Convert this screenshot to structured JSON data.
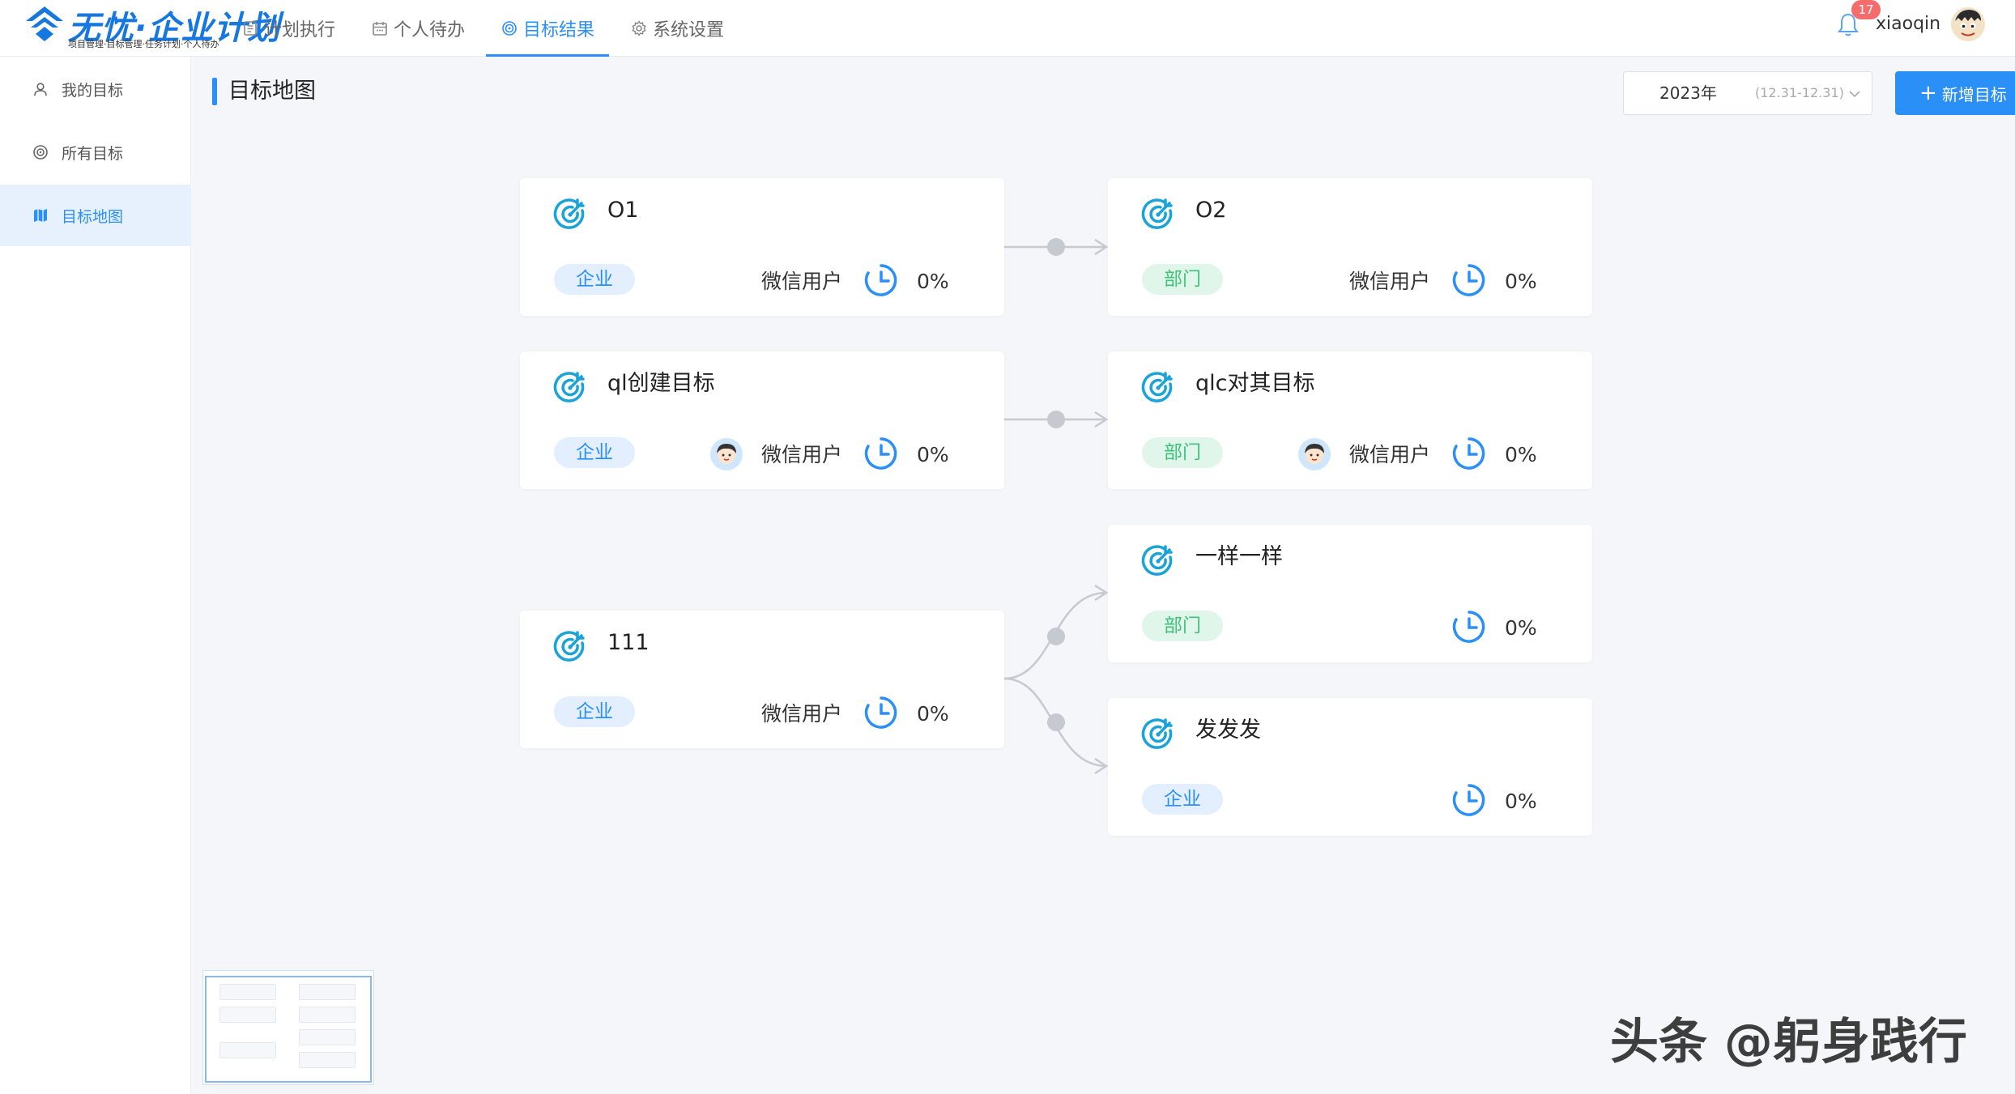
{
  "header": {
    "logo_text": "无忧·企业计划",
    "logo_subtitle": "项目管理·目标管理·任务计划·个人待办",
    "nav": [
      {
        "label": "计划执行",
        "icon": "document-icon",
        "active": false
      },
      {
        "label": "个人待办",
        "icon": "calendar-icon",
        "active": false
      },
      {
        "label": "目标结果",
        "icon": "target-icon",
        "active": true
      },
      {
        "label": "系统设置",
        "icon": "gear-icon",
        "active": false
      }
    ],
    "notification_count": "17",
    "username": "xiaoqin"
  },
  "sidebar": {
    "items": [
      {
        "label": "我的目标",
        "icon": "user-icon",
        "active": false
      },
      {
        "label": "所有目标",
        "icon": "target-icon",
        "active": false
      },
      {
        "label": "目标地图",
        "icon": "map-icon",
        "active": true
      }
    ]
  },
  "main": {
    "title": "目标地图",
    "year_filter": {
      "value": "2023年",
      "range": "(12.31-12.31)"
    },
    "add_button": "新增目标"
  },
  "goals": [
    {
      "title": "O1",
      "tag": "企业",
      "tag_type": "enterprise",
      "owner": "微信用户",
      "has_avatar": false,
      "progress": "0%"
    },
    {
      "title": "O2",
      "tag": "部门",
      "tag_type": "department",
      "owner": "微信用户",
      "has_avatar": false,
      "progress": "0%"
    },
    {
      "title": "ql创建目标",
      "tag": "企业",
      "tag_type": "enterprise",
      "owner": "微信用户",
      "has_avatar": true,
      "progress": "0%"
    },
    {
      "title": "qlc对其目标",
      "tag": "部门",
      "tag_type": "department",
      "owner": "微信用户",
      "has_avatar": true,
      "progress": "0%"
    },
    {
      "title": "111",
      "tag": "企业",
      "tag_type": "enterprise",
      "owner": "微信用户",
      "has_avatar": false,
      "progress": "0%"
    },
    {
      "title": "一样一样",
      "tag": "部门",
      "tag_type": "department",
      "owner": "",
      "has_avatar": false,
      "progress": "0%"
    },
    {
      "title": "发发发",
      "tag": "企业",
      "tag_type": "enterprise",
      "owner": "",
      "has_avatar": false,
      "progress": "0%"
    }
  ],
  "watermark": "头条 @躬身践行",
  "colors": {
    "primary": "#2a8ff7",
    "enterprise_tag_bg": "#e3efff",
    "department_tag_bg": "#e1f6ea",
    "department_tag_text": "#3ec37b",
    "badge": "#f56c6c"
  }
}
